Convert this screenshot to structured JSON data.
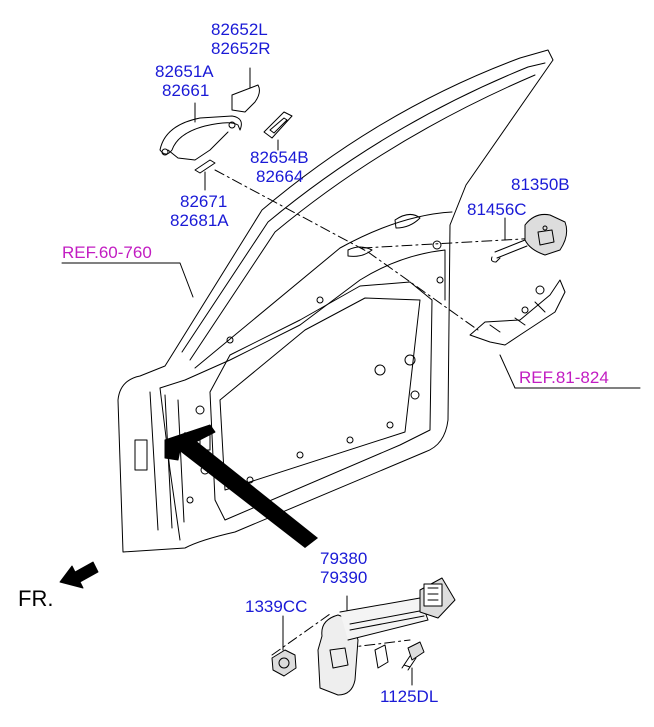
{
  "labels": {
    "p82652": [
      "82652L",
      "82652R"
    ],
    "p82651": [
      "82651A",
      "82661"
    ],
    "p82654": [
      "82654B",
      "82664"
    ],
    "p82671": [
      "82671",
      "82681A"
    ],
    "p81350": "81350B",
    "p81456": "81456C",
    "p79380": [
      "79380",
      "79390"
    ],
    "p1339": "1339CC",
    "p1125": "1125DL"
  },
  "refs": {
    "ref60": "REF.60-760",
    "ref81": "REF.81-824"
  },
  "direction": "FR.",
  "colors": {
    "part_number": "#1a1ad6",
    "reference": "#c21dc2",
    "linework": "#000000"
  }
}
